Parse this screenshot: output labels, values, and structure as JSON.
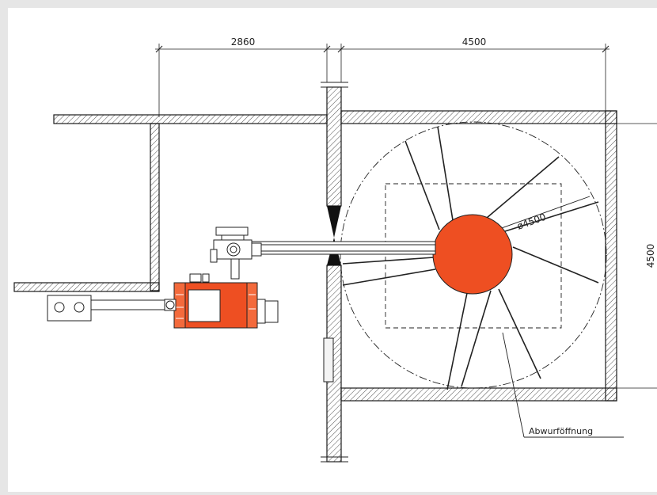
{
  "drawing": {
    "dimensions": {
      "left_width": "2860",
      "right_width": "4500",
      "right_height": "4500",
      "diameter": "ø4500"
    },
    "callout": "Abwurföffnung"
  },
  "colors": {
    "background": "#e6e6e6",
    "paper": "#ffffff",
    "line": "#1a1a1a",
    "equipment": "#ee4f22",
    "equipment_light": "#f36a3c"
  }
}
